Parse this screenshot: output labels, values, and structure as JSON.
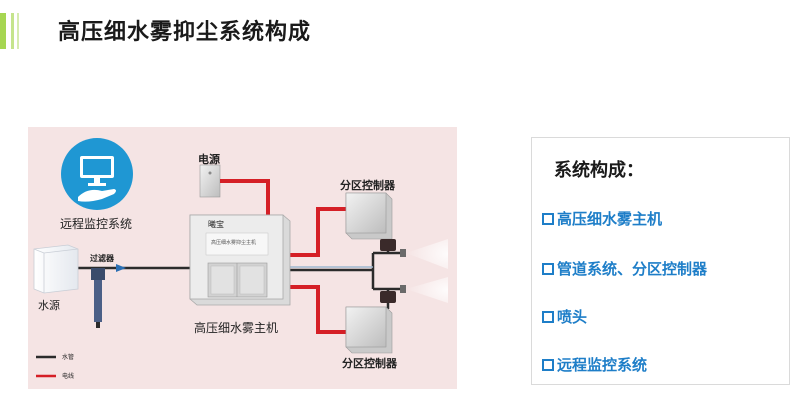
{
  "slide": {
    "title": "高压细水雾抑尘系统构成"
  },
  "diagram": {
    "remote_label": "远程监控系统",
    "power_label": "电源",
    "zone_top_label": "分区控制器",
    "zone_bottom_label": "分区控制器",
    "filter_label": "过滤器",
    "water_label": "水源",
    "host_label": "高压细水雾主机",
    "host_brand": "曦宝",
    "host_plate": "高压细水雾抑尘主机",
    "legend_water_label": "水管",
    "legend_power_label": "电线",
    "colors": {
      "water_pipe": "#2b2b2b",
      "power_line": "#d51f26",
      "high_pressure_line": "#d51f26"
    }
  },
  "info": {
    "heading": "系统构成：",
    "items": [
      {
        "label": "高压细水雾主机"
      },
      {
        "label": "管道系统、分区控制器"
      },
      {
        "label": "喷头"
      },
      {
        "label": "远程监控系统"
      }
    ],
    "accent_color": "#1e7ec8"
  }
}
